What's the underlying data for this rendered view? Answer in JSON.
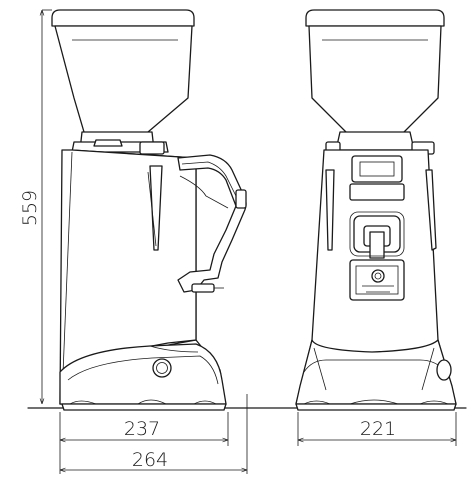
{
  "dimensions": {
    "height": "559",
    "side_base_width": "237",
    "side_total_width": "264",
    "front_base_width": "221"
  }
}
